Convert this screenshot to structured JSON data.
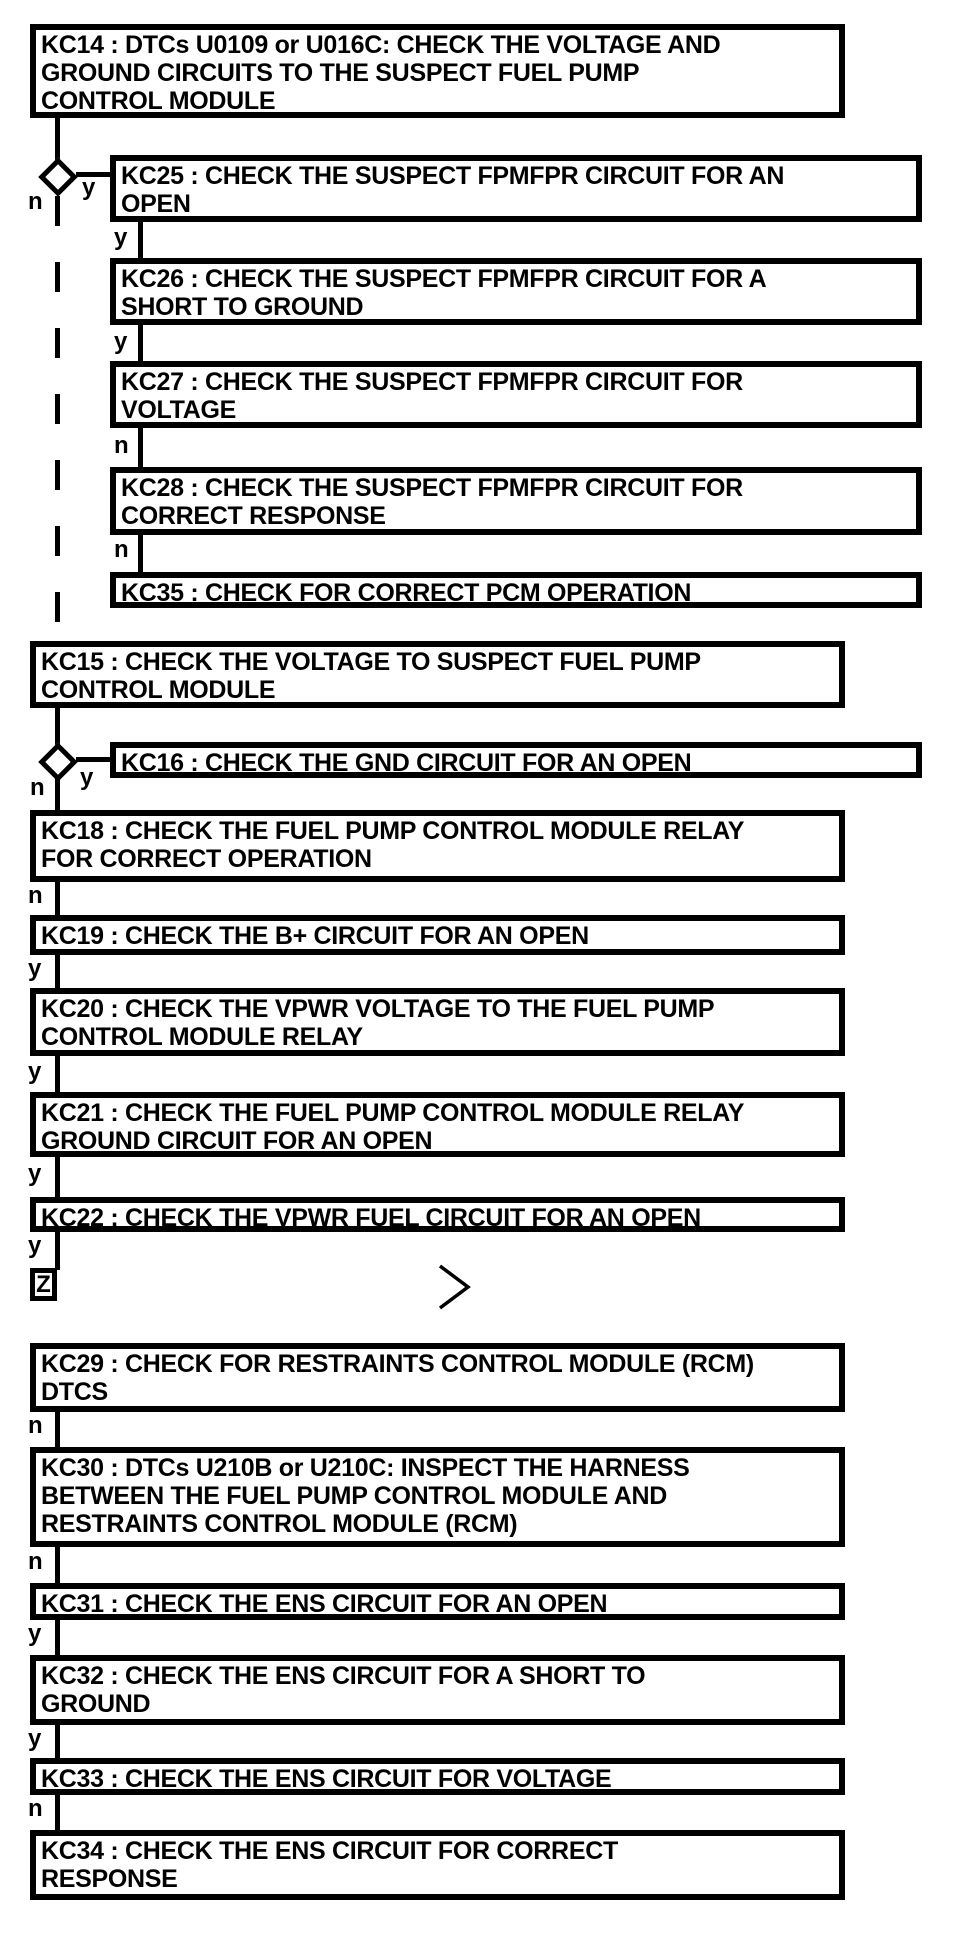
{
  "diagram": {
    "type": "flowchart",
    "colors": {
      "stroke": "#000000",
      "background": "#ffffff",
      "text": "#000000"
    },
    "nodes": {
      "kc14": {
        "label": "KC14 : DTCs U0109 or U016C: CHECK THE VOLTAGE AND\nGROUND CIRCUITS TO THE SUSPECT FUEL PUMP\nCONTROL MODULE"
      },
      "kc25": {
        "label": "KC25 : CHECK THE SUSPECT FPMFPR CIRCUIT FOR AN\nOPEN"
      },
      "kc26": {
        "label": "KC26 : CHECK THE SUSPECT FPMFPR CIRCUIT FOR A\nSHORT TO GROUND"
      },
      "kc27": {
        "label": "KC27 : CHECK THE SUSPECT FPMFPR CIRCUIT FOR\nVOLTAGE"
      },
      "kc28": {
        "label": "KC28 : CHECK THE SUSPECT FPMFPR CIRCUIT FOR\nCORRECT RESPONSE"
      },
      "kc35": {
        "label": "KC35 : CHECK FOR CORRECT PCM OPERATION"
      },
      "kc15": {
        "label": "KC15 : CHECK THE VOLTAGE TO SUSPECT FUEL PUMP\nCONTROL MODULE"
      },
      "kc16": {
        "label": "KC16 : CHECK THE GND CIRCUIT FOR AN OPEN"
      },
      "kc18": {
        "label": "KC18 : CHECK THE FUEL PUMP CONTROL MODULE RELAY\nFOR CORRECT OPERATION"
      },
      "kc19": {
        "label": "KC19 : CHECK THE B+ CIRCUIT FOR AN OPEN"
      },
      "kc20": {
        "label": "KC20 : CHECK THE VPWR VOLTAGE TO THE FUEL PUMP\nCONTROL MODULE RELAY"
      },
      "kc21": {
        "label": "KC21 : CHECK THE FUEL PUMP CONTROL MODULE RELAY\nGROUND CIRCUIT FOR AN OPEN"
      },
      "kc22": {
        "label": "KC22 : CHECK THE VPWR FUEL CIRCUIT FOR AN OPEN"
      },
      "kc29": {
        "label": "KC29 : CHECK FOR RESTRAINTS CONTROL MODULE (RCM)\nDTCS"
      },
      "kc30": {
        "label": "KC30 : DTCs U210B or U210C: INSPECT THE HARNESS\nBETWEEN THE FUEL PUMP CONTROL MODULE AND\nRESTRAINTS CONTROL MODULE (RCM)"
      },
      "kc31": {
        "label": "KC31 : CHECK THE ENS CIRCUIT FOR AN OPEN"
      },
      "kc32": {
        "label": "KC32 : CHECK THE ENS CIRCUIT FOR A SHORT TO\nGROUND"
      },
      "kc33": {
        "label": "KC33 : CHECK THE ENS CIRCUIT FOR VOLTAGE"
      },
      "kc34": {
        "label": "KC34 : CHECK THE ENS CIRCUIT FOR CORRECT\nRESPONSE"
      },
      "z_connector": {
        "label": "Z"
      }
    },
    "edge_labels": {
      "d1_n": "n",
      "d1_y": "y",
      "kc25_out": "y",
      "kc26_out": "y",
      "kc27_out": "n",
      "kc28_out": "n",
      "d2_n": "n",
      "d2_y": "y",
      "kc18_out": "n",
      "kc19_out": "y",
      "kc20_out": "y",
      "kc21_out": "y",
      "kc22_out": "y",
      "kc29_out": "n",
      "kc30_out": "n",
      "kc31_out": "y",
      "kc32_out": "y",
      "kc33_out": "n"
    },
    "icons": {
      "chevron": "chevron-right"
    }
  }
}
